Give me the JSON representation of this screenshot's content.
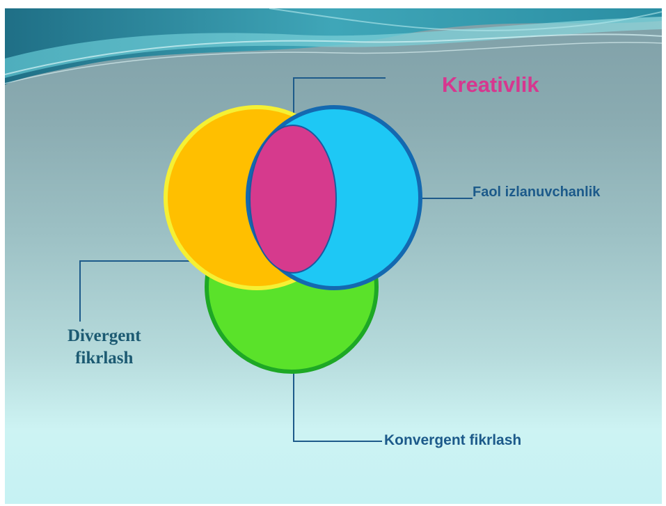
{
  "diagram": {
    "labels": {
      "kreativlik": "Kreativlik",
      "faol": "Faol izlanuvchanlik",
      "divergent_line1": "Divergent",
      "divergent_line2": "fikrlash",
      "konvergent": "Konvergent fikrlash"
    },
    "circles": [
      {
        "name": "Divergent fikrlash",
        "fill": "#ffbf00",
        "stroke": "#f5f034"
      },
      {
        "name": "Konvergent fikrlash",
        "fill": "#5ae22a",
        "stroke": "#1ea825"
      },
      {
        "name": "Faol izlanuvchanlik",
        "fill": "#1ec8f5",
        "stroke": "#1469b0"
      },
      {
        "name": "Kreativlik",
        "fill": "#d63a8d",
        "stroke": "#1a5aa0"
      }
    ],
    "background": {
      "top": "#7f9fa7",
      "bottom": "#c6f2f3"
    },
    "connector_color": "#1d5a8a"
  }
}
